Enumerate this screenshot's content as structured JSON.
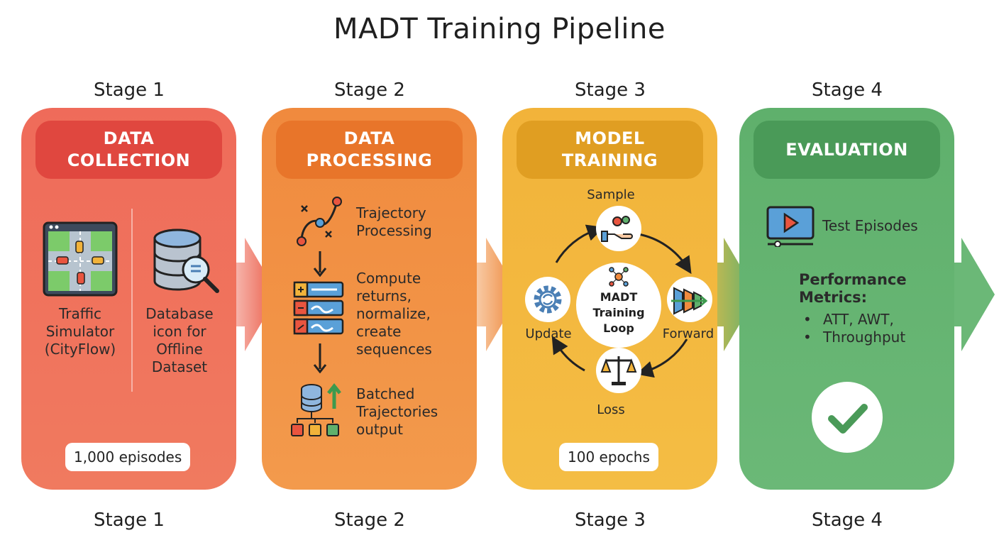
{
  "title": "MADT Training Pipeline",
  "stages": [
    {
      "label": "Stage 1",
      "header": [
        "DATA",
        "COLLECTION"
      ],
      "items": [
        [
          "Traffic",
          "Simulator",
          "(CityFlow)"
        ],
        [
          "Database",
          "icon for",
          "Offline",
          "Dataset"
        ]
      ],
      "badge": "1,000 episodes"
    },
    {
      "label": "Stage 2",
      "header": [
        "DATA",
        "PROCESSING"
      ],
      "items": [
        [
          "Trajectory",
          "Processing"
        ],
        [
          "Compute",
          "returns,",
          "normalize,",
          "create",
          "sequences"
        ],
        [
          "Batched",
          "Trajectories",
          "output"
        ]
      ]
    },
    {
      "label": "Stage 3",
      "header": [
        "MODEL",
        "TRAINING"
      ],
      "loop_center": [
        "MADT",
        "Training",
        "Loop"
      ],
      "loop_steps": [
        "Sample",
        "Forward",
        "Loss",
        "Update"
      ],
      "badge": "100 epochs"
    },
    {
      "label": "Stage 4",
      "header": [
        "EVALUATION"
      ],
      "test": "Test Episodes",
      "metrics_title": [
        "Performance",
        "Metrics:"
      ],
      "metrics": [
        "ATT, AWT,",
        "Throughput"
      ]
    }
  ],
  "colors": {
    "stage1": "#ef6b5a",
    "stage2": "#f08a3e",
    "stage3": "#f2b33a",
    "stage4": "#5fb06c"
  }
}
